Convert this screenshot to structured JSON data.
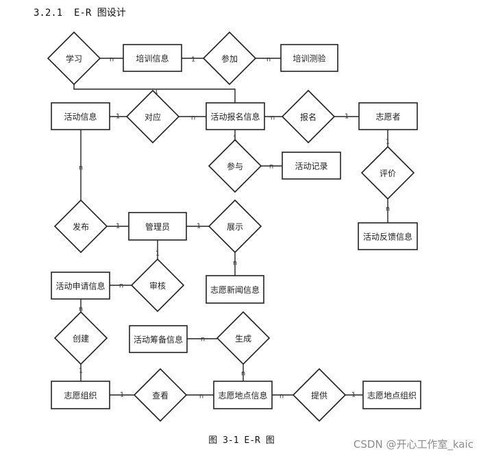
{
  "heading": "3.2.1  E-R 图设计",
  "caption": "图 3-1 E-R 图",
  "watermark": "CSDN @开心工作室_kaic",
  "entities": {
    "training_info": "培训信息",
    "training_test": "培训测验",
    "activity_info": "活动信息",
    "activity_signup_info": "活动报名信息",
    "volunteer": "志愿者",
    "activity_record": "活动记录",
    "activity_feedback_info": "活动反馈信息",
    "admin": "管理员",
    "volunteer_news_info": "志愿新闻信息",
    "activity_application_info": "活动申请信息",
    "activity_preparation_info": "活动筹备信息",
    "volunteer_org": "志愿组织",
    "volunteer_site_info": "志愿地点信息",
    "volunteer_site_org": "志愿地点组织"
  },
  "relationships": {
    "study": "学习",
    "join": "参加",
    "correspond": "对应",
    "register": "报名",
    "participate": "参与",
    "evaluate": "评价",
    "publish": "发布",
    "display": "展示",
    "review": "审核",
    "create": "创建",
    "generate": "生成",
    "view": "查看",
    "provide": "提供"
  },
  "cardinality": {
    "one": "1",
    "many": "n"
  }
}
